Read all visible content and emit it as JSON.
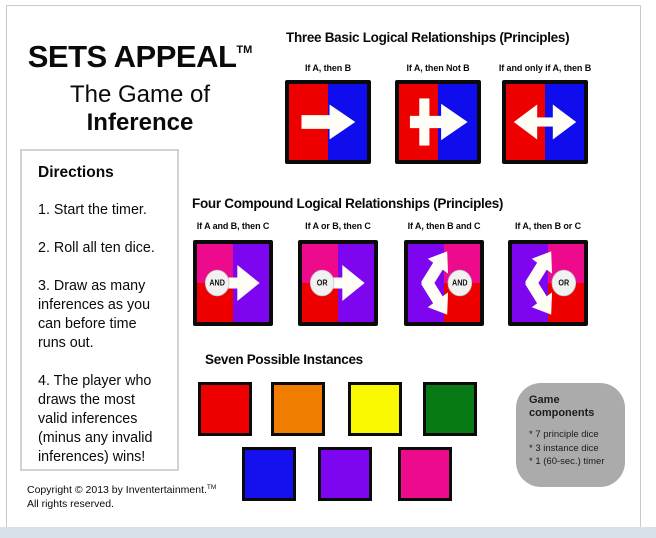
{
  "title_block": {
    "title": "SETS APPEAL",
    "trademark": "TM",
    "subtitle_line1": "The Game of",
    "subtitle_line2": "Inference"
  },
  "directions": {
    "heading": "Directions",
    "items": [
      "1.  Start the timer.",
      "2.  Roll all ten dice.",
      "3.  Draw as many inferences as you can before time runs out.",
      "4.  The player who draws the most valid inferences (minus any invalid inferences) wins!"
    ]
  },
  "basic_section": {
    "heading": "Three Basic Logical Relationships (Principles)",
    "dice": [
      {
        "label": "If A, then B",
        "arrow": "arrow-right",
        "left_color": "#ee0000",
        "right_color": "#0f0cee"
      },
      {
        "label": "If A, then Not B",
        "arrow": "arrow-right-barred",
        "left_color": "#ee0000",
        "right_color": "#0f0cee"
      },
      {
        "label": "If and only if A, then B",
        "arrow": "arrow-double",
        "left_color": "#ee0000",
        "right_color": "#0f0cee"
      }
    ]
  },
  "compound_section": {
    "heading": "Four Compound Logical Relationships (Principles)",
    "dice": [
      {
        "label": "If A and B, then C",
        "split": "left",
        "quad_top": "#ee0a8c",
        "quad_bottom": "#ee0000",
        "solid": "#7d05f0",
        "connector": "AND",
        "arrow": "arrow-right-badge",
        "badge_side": "left"
      },
      {
        "label": "If A or B, then C",
        "split": "left",
        "quad_top": "#ee0a8c",
        "quad_bottom": "#ee0000",
        "solid": "#7d05f0",
        "connector": "OR",
        "arrow": "arrow-right-badge",
        "badge_side": "left"
      },
      {
        "label": "If A, then B and C",
        "split": "right",
        "quad_top": "#ee0a8c",
        "quad_bottom": "#ee0000",
        "solid": "#7d05f0",
        "connector": "AND",
        "arrow": "arrow-fork",
        "badge_side": "right"
      },
      {
        "label": "If A, then B or C",
        "split": "right",
        "quad_top": "#ee0a8c",
        "quad_bottom": "#ee0000",
        "solid": "#7d05f0",
        "connector": "OR",
        "arrow": "arrow-fork",
        "badge_side": "right"
      }
    ]
  },
  "instances_section": {
    "heading": "Seven Possible Instances",
    "squares": [
      {
        "name": "red",
        "color": "#ee0000"
      },
      {
        "name": "orange",
        "color": "#f07d00"
      },
      {
        "name": "yellow",
        "color": "#f8f800"
      },
      {
        "name": "green",
        "color": "#077a15"
      },
      {
        "name": "blue",
        "color": "#1511ee"
      },
      {
        "name": "purple",
        "color": "#7d05f0"
      },
      {
        "name": "pink",
        "color": "#ee0a8c"
      }
    ]
  },
  "components_box": {
    "heading": "Game components",
    "items": [
      "*  7 principle dice",
      "*  3 instance dice",
      "*  1 (60-sec.) timer"
    ]
  },
  "footer": {
    "copyright_line": "Copyright © 2013 by Inventertainment.",
    "trademark": "TM",
    "rights_line": "All rights reserved."
  },
  "colors": {
    "arrow_white": "#fffef6",
    "die_border": "#0a0a0a",
    "badge_fill": "#f1f1f1",
    "badge_stroke": "#c0c0c0",
    "badge_text": "#111111",
    "components_bg": "#ababab",
    "page_border": "#c9c9c9",
    "bottom_bar": "#d9e1e8"
  }
}
